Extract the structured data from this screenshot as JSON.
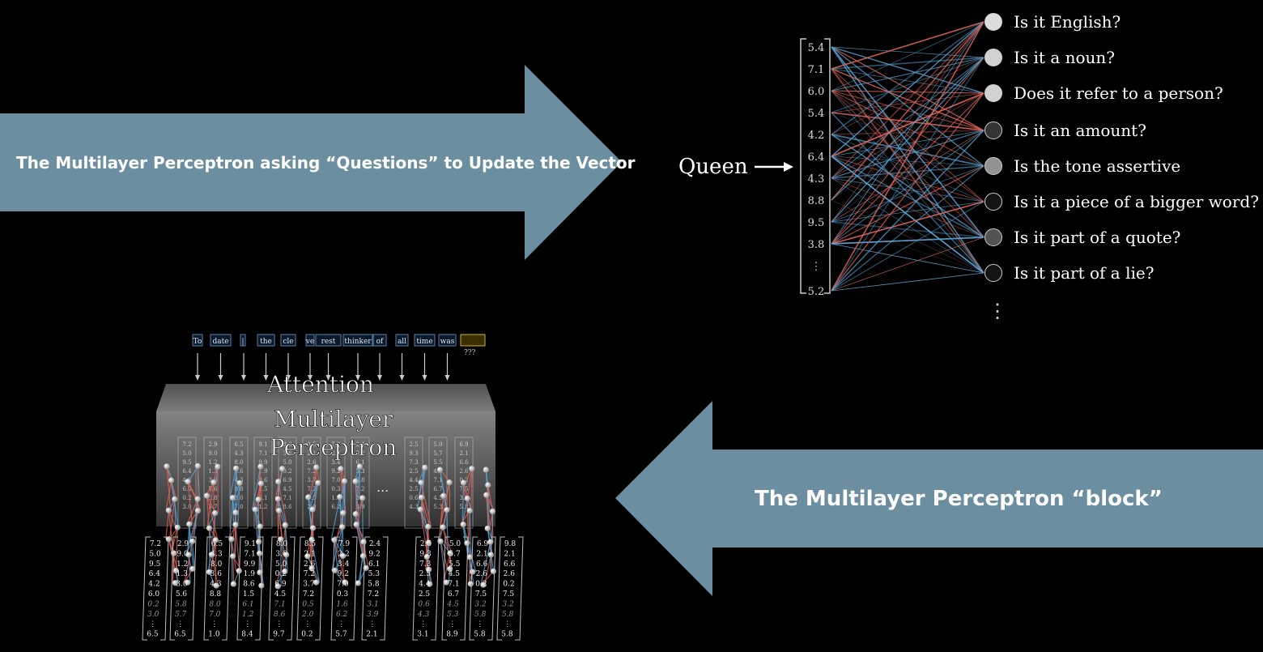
{
  "banners": {
    "top": "The Multilayer Perceptron asking “Questions” to Update the Vector",
    "bottom": "The Multilayer Perceptron “block”"
  },
  "colors": {
    "background": "#000000",
    "arrow": "#6b8fa0",
    "positive_weight": "#5aa6d6",
    "negative_weight": "#e0655a"
  },
  "network": {
    "input_label": "Queen",
    "vector": [
      "5.4",
      "7.1",
      "6.0",
      "5.4",
      "4.2",
      "6.4",
      "4.3",
      "8.8",
      "9.5",
      "3.8",
      "⋮",
      "5.2"
    ],
    "questions": [
      {
        "text": "Is it English?",
        "activation": 0.95
      },
      {
        "text": "Is it a noun?",
        "activation": 0.9
      },
      {
        "text": "Does it refer to a person?",
        "activation": 0.9
      },
      {
        "text": "Is it an amount?",
        "activation": 0.15
      },
      {
        "text": "Is the tone assertive",
        "activation": 0.6
      },
      {
        "text": "Is it a piece of a bigger word?",
        "activation": 0.0
      },
      {
        "text": "Is it part of a quote?",
        "activation": 0.3
      },
      {
        "text": "Is it part of a lie?",
        "activation": 0.0
      }
    ],
    "ellipsis": "⋮"
  },
  "block": {
    "tokens": [
      "To",
      "date",
      "|",
      "the",
      "cle",
      "ve",
      "rest",
      "thinker",
      "of",
      "all",
      "time",
      "was",
      ""
    ],
    "unknown_token": "???",
    "layers": [
      "Attention",
      "Multilayer",
      "Perceptron"
    ],
    "output_columns": [
      [
        "7.2",
        "5.0",
        "9.5",
        "6.4",
        "4.2",
        "6.0",
        "0.2",
        "3.0",
        "⋮",
        "6.5"
      ],
      [
        "2.9",
        "9.0",
        "1.2",
        "1.3",
        "3.0",
        "5.6",
        "5.8",
        "5.7",
        "⋮",
        "6.5"
      ],
      [
        "6.5",
        "4.3",
        "8.0",
        "3.6",
        "4.3",
        "8.8",
        "8.0",
        "7.0",
        "⋮",
        "1.0"
      ],
      [
        "9.1",
        "7.1",
        "9.9",
        "1.9",
        "8.6",
        "1.5",
        "6.1",
        "1.2",
        "⋮",
        "8.4"
      ],
      [
        "8.0",
        "3.6",
        "5.0",
        "0.2",
        "6.9",
        "4.5",
        "7.1",
        "8.6",
        "⋮",
        "9.7"
      ],
      [
        "8.5",
        "2.1",
        "2.6",
        "7.2",
        "3.7",
        "7.2",
        "0.5",
        "2.0",
        "⋮",
        "0.2"
      ],
      [
        "7.9",
        "2.2",
        "3.4",
        "9.2",
        "7.0",
        "0.3",
        "1.6",
        "6.2",
        "⋮",
        "5.7"
      ],
      [
        "2.4",
        "9.2",
        "6.1",
        "5.3",
        "5.8",
        "7.2",
        "3.1",
        "3.9",
        "⋮",
        "2.1"
      ],
      [
        "2.5",
        "9.3",
        "7.3",
        "2.5",
        "4.4",
        "2.5",
        "0.6",
        "4.3",
        "⋮",
        "3.1"
      ],
      [
        "5.0",
        "5.7",
        "5.5",
        "4.5",
        "7.1",
        "6.7",
        "4.5",
        "5.3",
        "⋮",
        "8.9"
      ],
      [
        "6.9",
        "2.1",
        "6.6",
        "2.6",
        "0.2",
        "7.5",
        "3.2",
        "5.8",
        "⋮",
        "5.8"
      ],
      [
        "9.8",
        "2.1",
        "6.6",
        "2.6",
        "0.2",
        "7.5",
        "3.2",
        "5.8",
        "⋮",
        "5.8"
      ]
    ],
    "ellipsis": "..."
  }
}
